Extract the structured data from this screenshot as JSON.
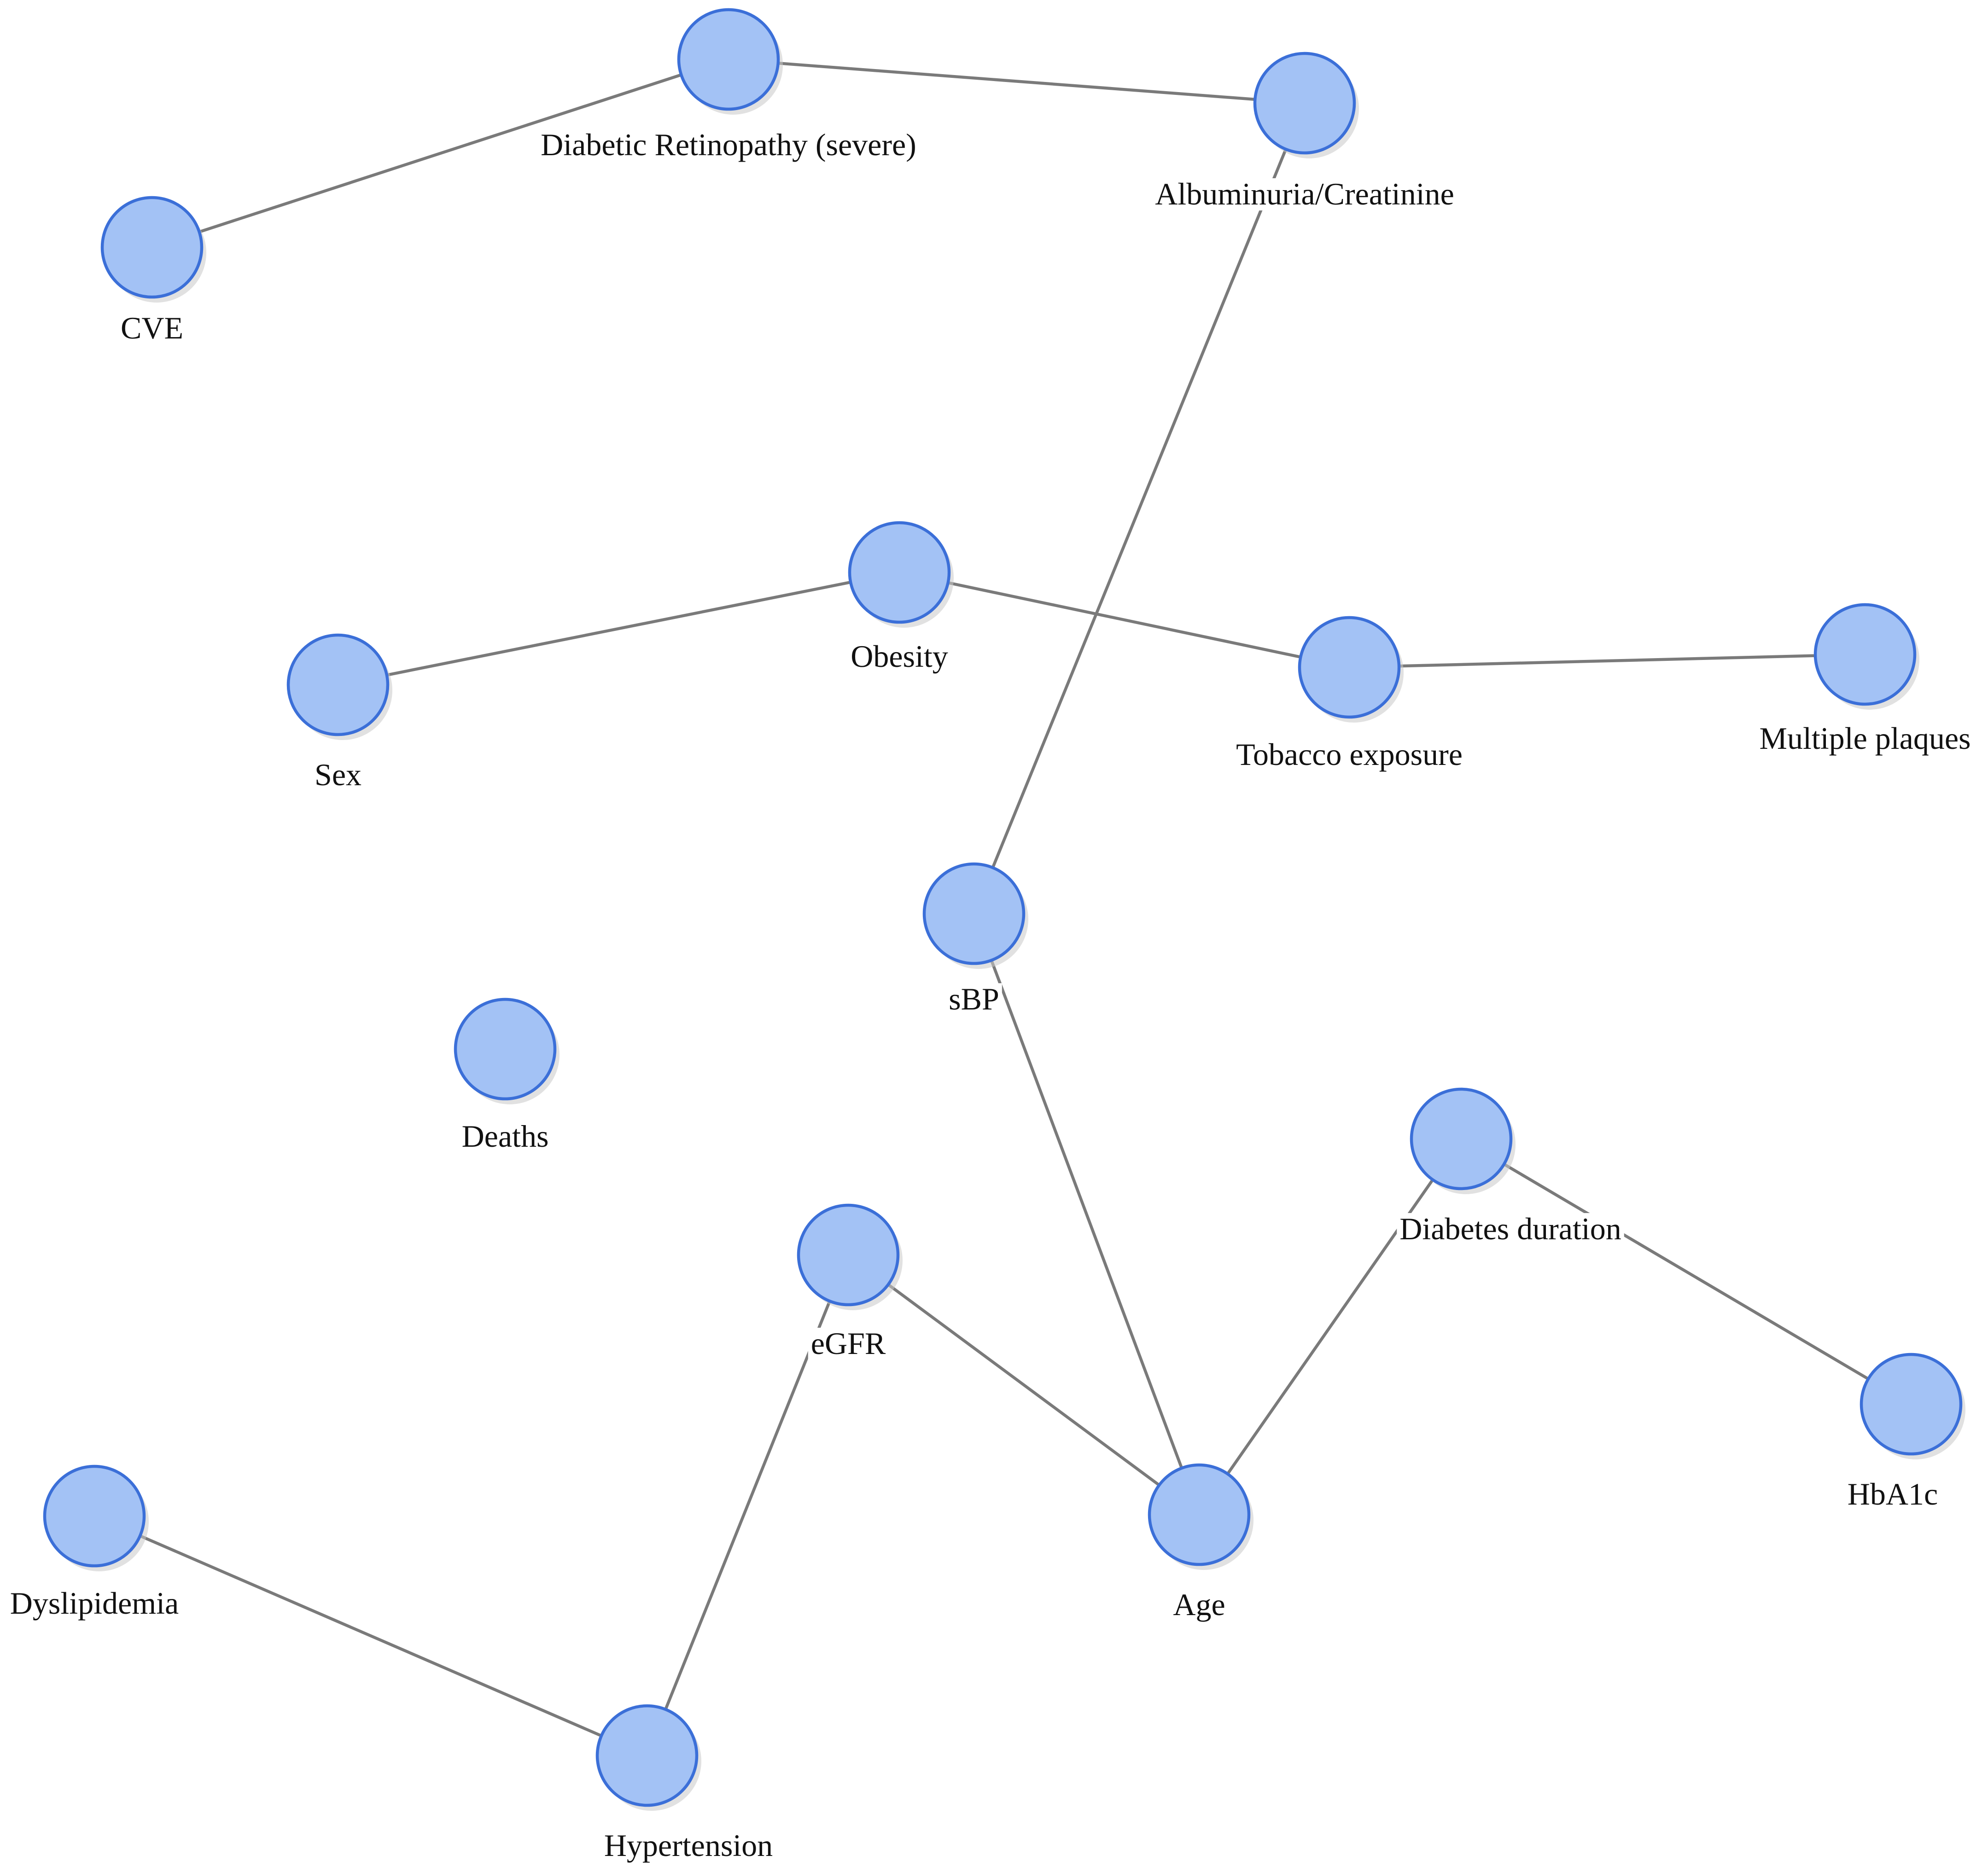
{
  "diagram": {
    "type": "undirected-network",
    "colors": {
      "node_fill": "#a3c2f5",
      "node_stroke": "#3b6fd8",
      "edge": "#7a7a7a",
      "label": "#111111"
    },
    "nodes": [
      {
        "id": "cve",
        "label": "CVE"
      },
      {
        "id": "diabetic-retinopathy",
        "label": "Diabetic Retinopathy (severe)"
      },
      {
        "id": "albuminuria",
        "label": "Albuminuria/Creatinine"
      },
      {
        "id": "obesity",
        "label": "Obesity"
      },
      {
        "id": "sex",
        "label": "Sex"
      },
      {
        "id": "tobacco",
        "label": "Tobacco exposure"
      },
      {
        "id": "multiple-plaques",
        "label": "Multiple plaques"
      },
      {
        "id": "sbp",
        "label": "sBP"
      },
      {
        "id": "deaths",
        "label": "Deaths"
      },
      {
        "id": "diabetes-duration",
        "label": "Diabetes duration"
      },
      {
        "id": "egfr",
        "label": "eGFR"
      },
      {
        "id": "hba1c",
        "label": "HbA1c"
      },
      {
        "id": "dyslipidemia",
        "label": "Dyslipidemia"
      },
      {
        "id": "age",
        "label": "Age"
      },
      {
        "id": "hypertension",
        "label": "Hypertension"
      }
    ],
    "edges": [
      {
        "from": "cve",
        "to": "diabetic-retinopathy"
      },
      {
        "from": "diabetic-retinopathy",
        "to": "albuminuria"
      },
      {
        "from": "albuminuria",
        "to": "sbp"
      },
      {
        "from": "sex",
        "to": "obesity"
      },
      {
        "from": "obesity",
        "to": "tobacco"
      },
      {
        "from": "tobacco",
        "to": "multiple-plaques"
      },
      {
        "from": "sbp",
        "to": "age"
      },
      {
        "from": "egfr",
        "to": "age"
      },
      {
        "from": "age",
        "to": "diabetes-duration"
      },
      {
        "from": "diabetes-duration",
        "to": "hba1c"
      },
      {
        "from": "egfr",
        "to": "hypertension"
      },
      {
        "from": "dyslipidemia",
        "to": "hypertension"
      }
    ]
  }
}
